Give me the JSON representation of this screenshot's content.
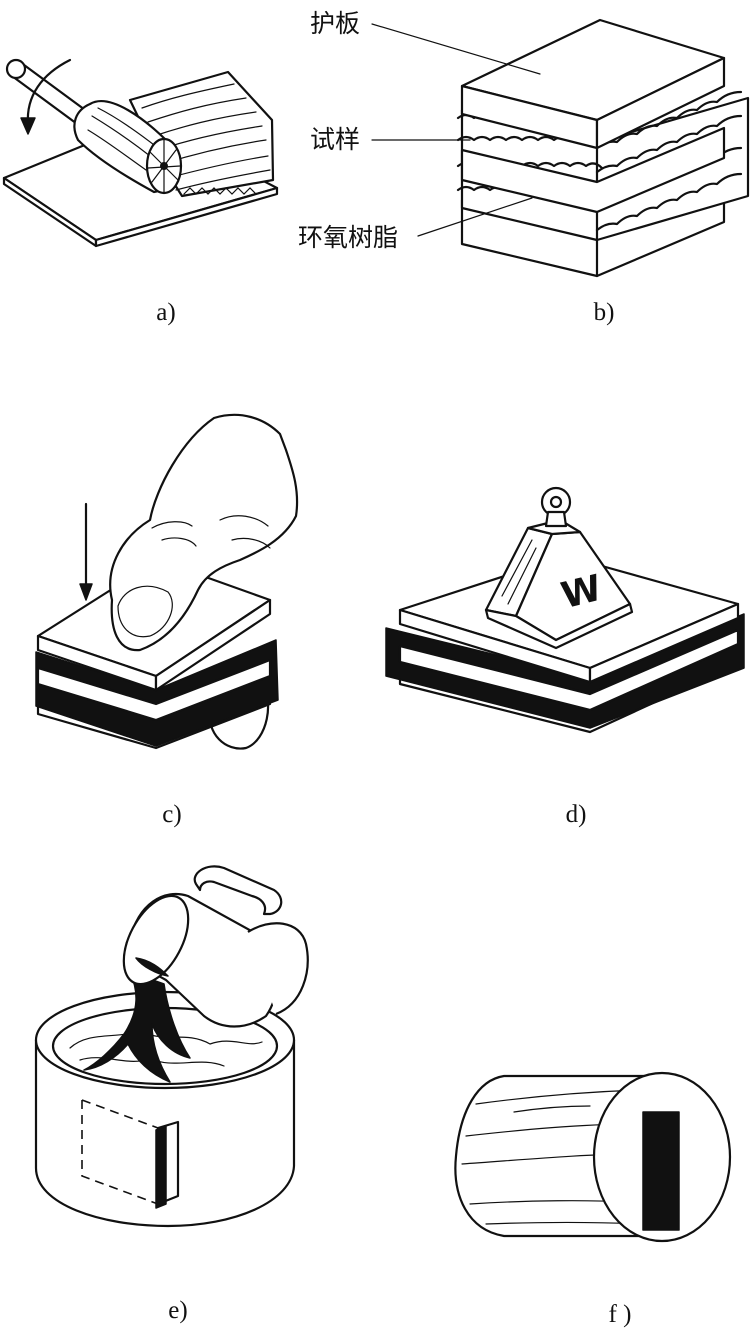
{
  "panel_b": {
    "label_cover": "护板",
    "label_specimen": "试样",
    "label_epoxy": "环氧树脂"
  },
  "panel_d": {
    "weight_letter": "W"
  },
  "captions": {
    "a": "a)",
    "b": "b)",
    "c": "c)",
    "d": "d)",
    "e": "e)",
    "f": "f )"
  }
}
